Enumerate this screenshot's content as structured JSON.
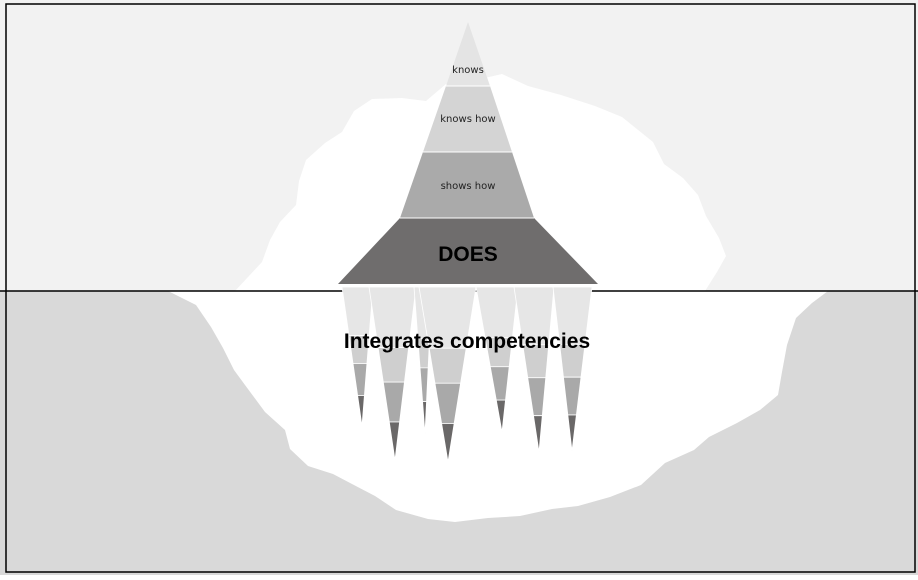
{
  "colors": {
    "sky": "#f2f2f2",
    "water": "#d9d9d9",
    "ice": "#ffffff",
    "outline": "#000000",
    "tier_knows": "#e4e4e4",
    "tier_knows_how": "#d4d4d4",
    "tier_shows_how": "#aaaaaa",
    "tier_does": "#6f6d6d",
    "root_light": "#e6e6e6",
    "root_mid": "#cfcfcf",
    "root_darker": "#a9a9a9",
    "root_tip": "#6a6868"
  },
  "pyramid": {
    "tiers": [
      {
        "label": "knows"
      },
      {
        "label": "knows how"
      },
      {
        "label": "shows how"
      },
      {
        "label": "DOES"
      }
    ]
  },
  "underwater": {
    "label": "Integrates competencies"
  }
}
